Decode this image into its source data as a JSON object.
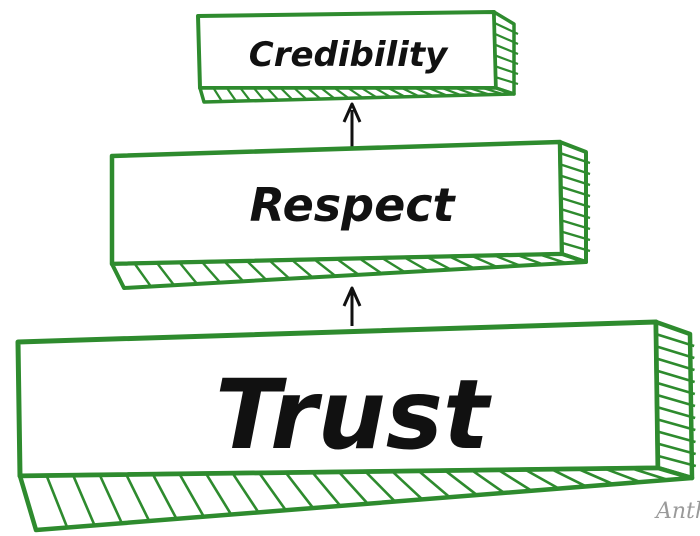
{
  "colors": {
    "outline": "#2e8b2e",
    "text": "#111111",
    "background": "#ffffff",
    "signature": "#9a9a9a"
  },
  "blocks": [
    {
      "id": "credibility",
      "label": "Credibility"
    },
    {
      "id": "respect",
      "label": "Respect"
    },
    {
      "id": "trust",
      "label": "Trust"
    }
  ],
  "arrows": [
    {
      "from": "trust",
      "to": "respect"
    },
    {
      "from": "respect",
      "to": "credibility"
    }
  ],
  "signature": "Anth"
}
